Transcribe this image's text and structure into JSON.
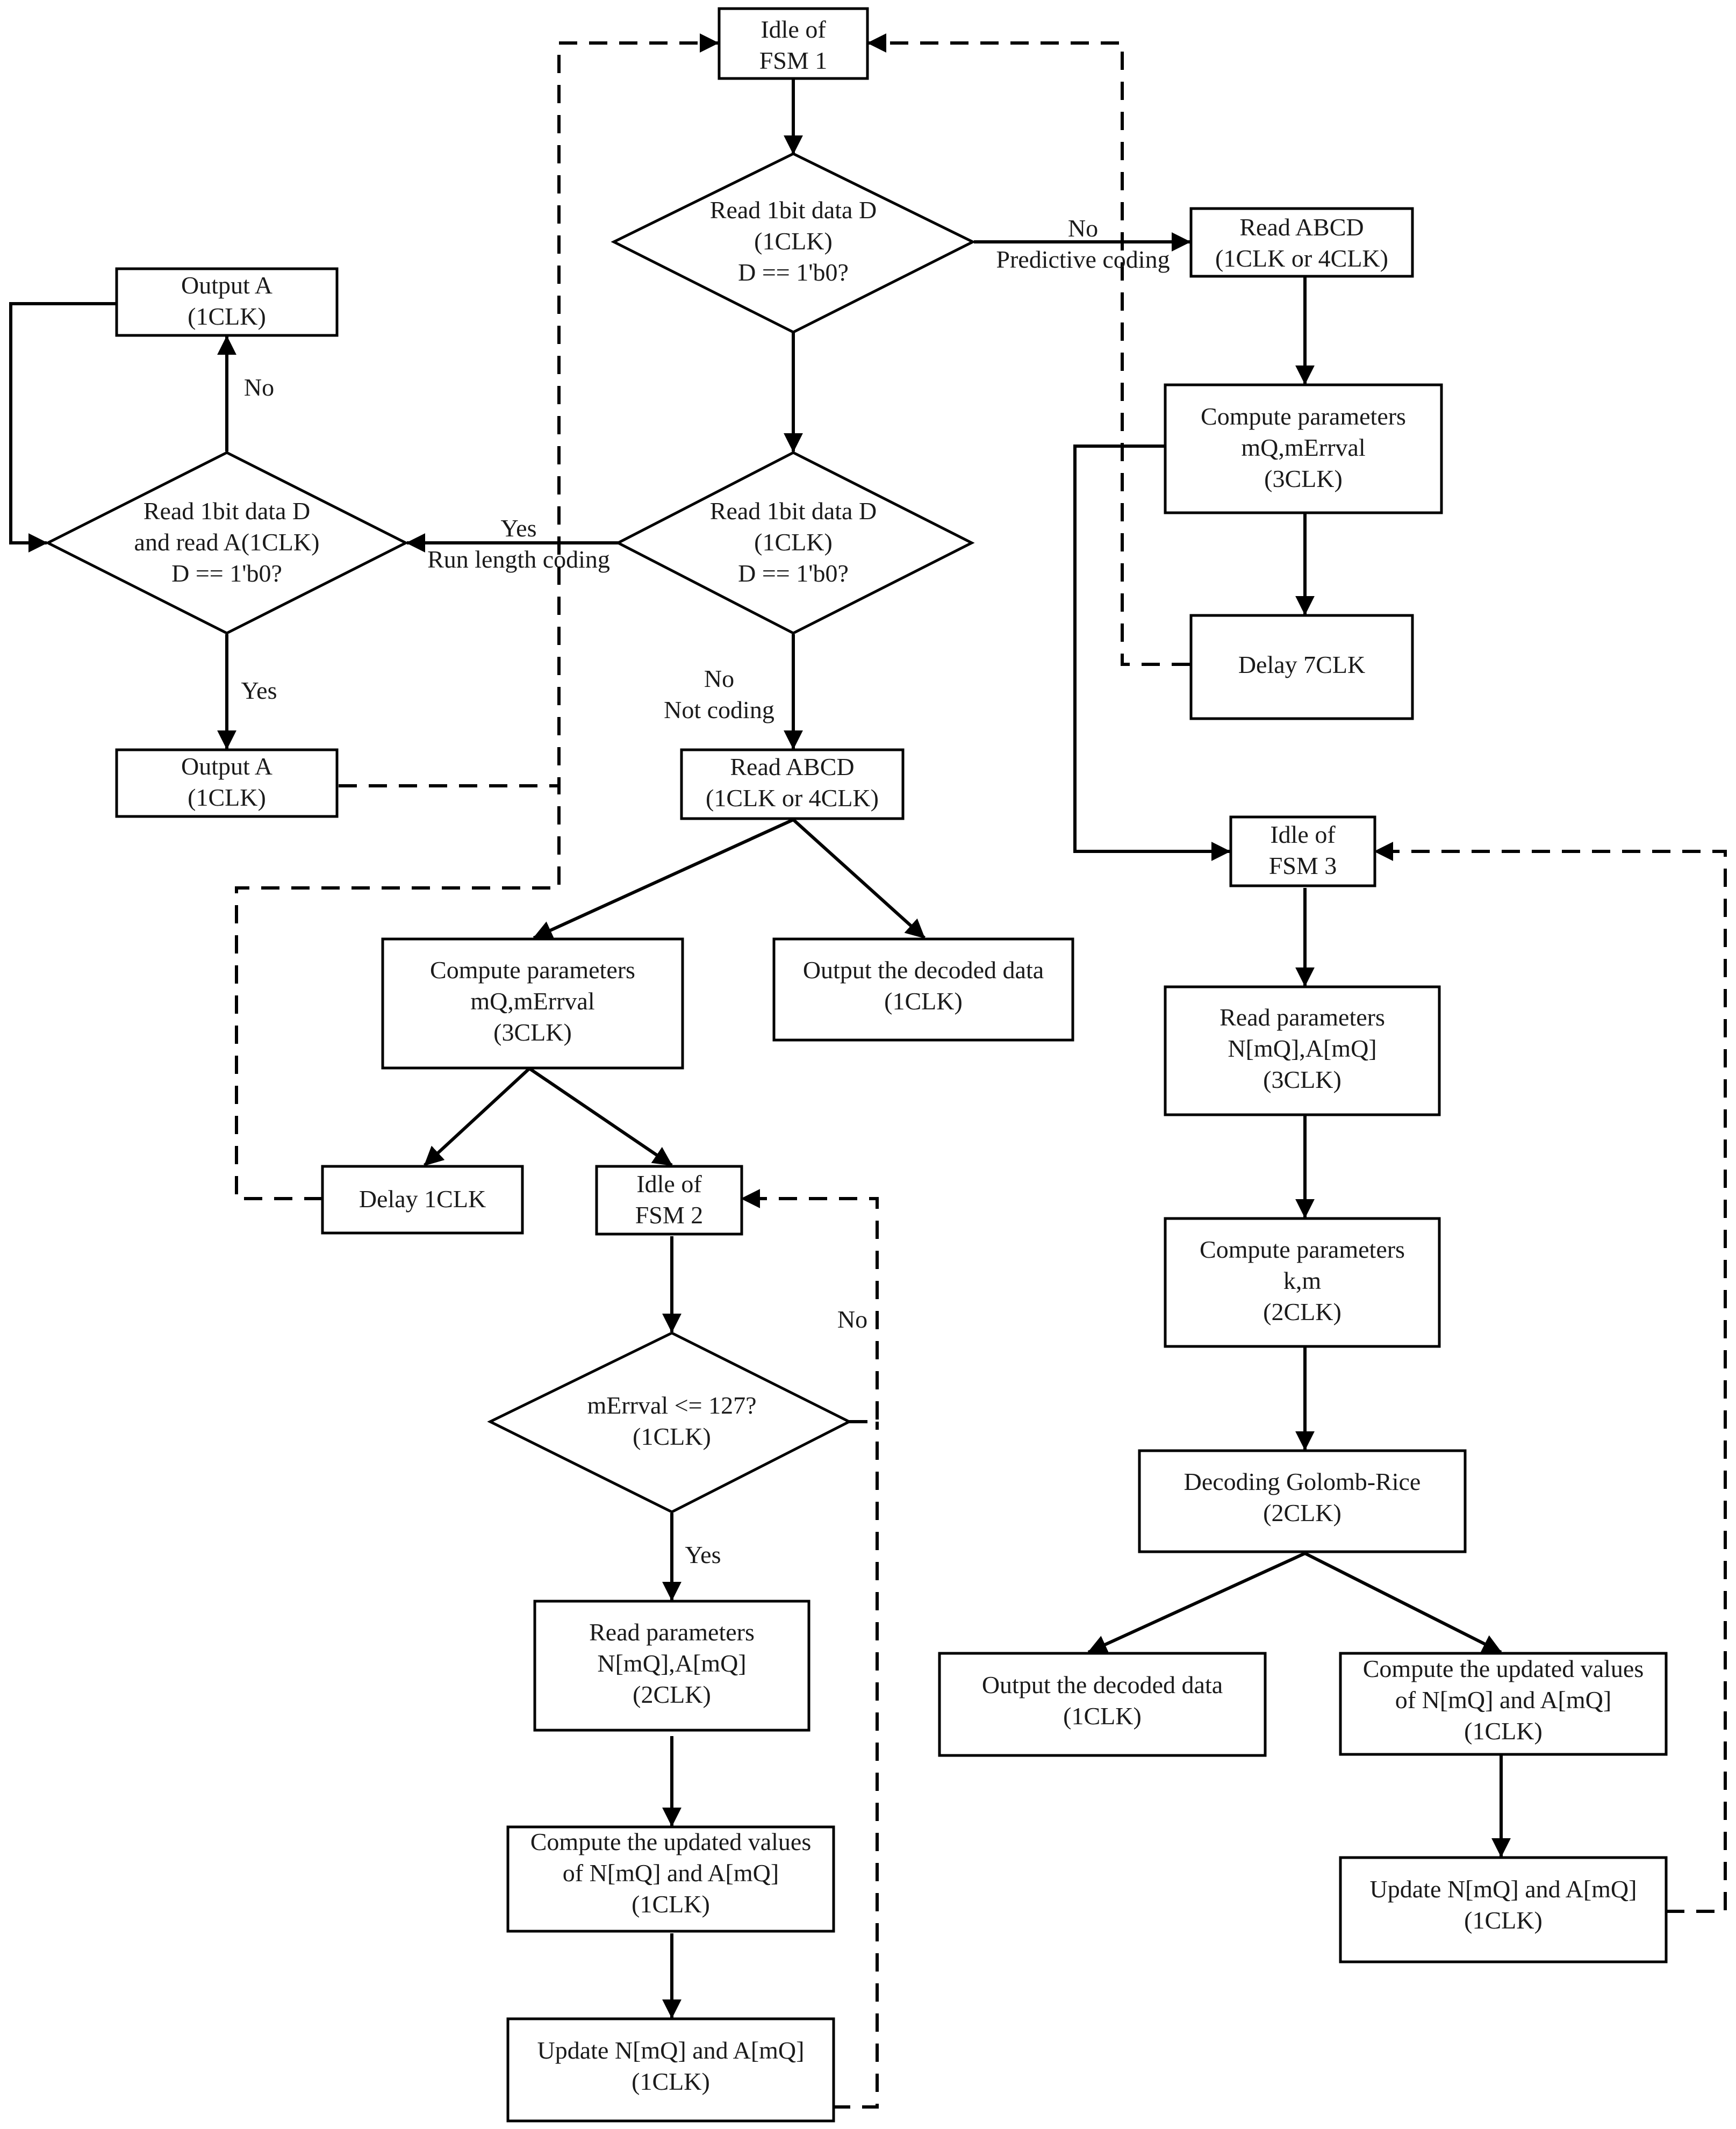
{
  "nodes": {
    "idle1": [
      "Idle of",
      "FSM 1"
    ],
    "check1": [
      "Read 1bit data D",
      "(1CLK)",
      "D == 1'b0?"
    ],
    "readabcd_r": [
      "Read ABCD",
      "(1CLK or 4CLK)"
    ],
    "compute_r": [
      "Compute parameters",
      "mQ,mErrval",
      "(3CLK)"
    ],
    "delay7": [
      "Delay 7CLK"
    ],
    "output_a_top": [
      "Output A",
      "(1CLK)"
    ],
    "runloop": [
      "Read 1bit data D",
      "and read A(1CLK)",
      "D == 1'b0?"
    ],
    "check2": [
      "Read 1bit data D",
      "(1CLK)",
      "D == 1'b0?"
    ],
    "output_a_bottom": [
      "Output A",
      "(1CLK)"
    ],
    "readabcd_m": [
      "Read ABCD",
      "(1CLK or 4CLK)"
    ],
    "compute_m": [
      "Compute parameters",
      "mQ,mErrval",
      "(3CLK)"
    ],
    "output_decoded_m": [
      "Output the decoded data",
      "(1CLK)"
    ],
    "delay1": [
      "Delay 1CLK"
    ],
    "idle2": [
      "Idle of",
      "FSM 2"
    ],
    "merrval": [
      "mErrval <= 127?",
      "(1CLK)"
    ],
    "readparams2": [
      "Read parameters",
      "N[mQ],A[mQ]",
      "(2CLK)"
    ],
    "computeupd2": [
      "Compute the updated values",
      "of  N[mQ] and A[mQ]",
      "(1CLK)"
    ],
    "update2": [
      "Update N[mQ] and A[mQ]",
      "(1CLK)"
    ],
    "idle3": [
      "Idle of",
      "FSM 3"
    ],
    "readparams3": [
      "Read parameters",
      "N[mQ],A[mQ]",
      "(3CLK)"
    ],
    "computekm": [
      "Compute parameters",
      "k,m",
      "(2CLK)"
    ],
    "golomb": [
      "Decoding Golomb-Rice",
      "(2CLK)"
    ],
    "output_decoded_r": [
      "Output the decoded data",
      "(1CLK)"
    ],
    "computeupd3": [
      "Compute the updated values",
      "of  N[mQ] and A[mQ]",
      "(1CLK)"
    ],
    "update3": [
      "Update N[mQ] and A[mQ]",
      "(1CLK)"
    ]
  },
  "edge_labels": {
    "no_predictive": [
      "No",
      "Predictive coding"
    ],
    "yes_runlength": [
      "Yes",
      "Run length coding"
    ],
    "no_notcoding": [
      "No",
      "Not coding"
    ],
    "run_no": "No",
    "run_yes": "Yes",
    "fsm2_no": "No",
    "fsm2_yes": "Yes"
  }
}
